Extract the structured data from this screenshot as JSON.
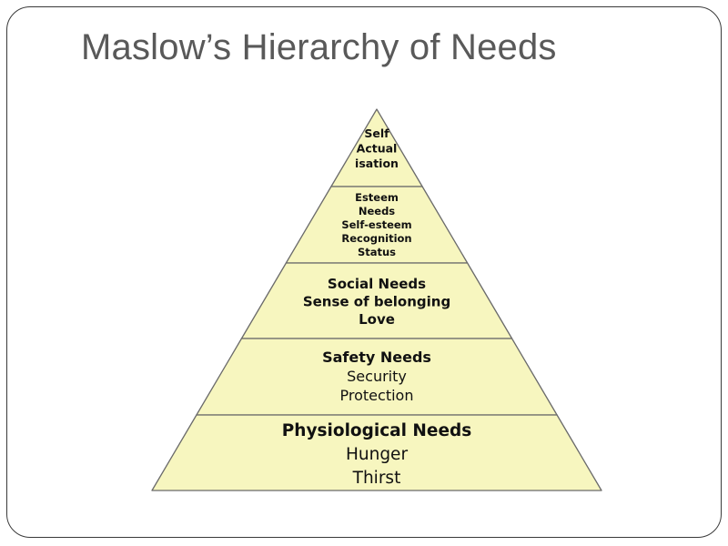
{
  "title": "Maslow’s Hierarchy of Needs",
  "colors": {
    "tier_fill": "#f7f6bf",
    "tier_stroke": "#6a6a6a",
    "frame_border": "#3a3a3a",
    "title_color": "#595959"
  },
  "pyramid": {
    "tiers": [
      {
        "name": "self-actualisation",
        "lines": [
          "Self",
          "Actual",
          "isation"
        ]
      },
      {
        "name": "esteem-needs",
        "lines": [
          "Esteem",
          "Needs",
          "Self-esteem",
          "Recognition",
          "Status"
        ]
      },
      {
        "name": "social-needs",
        "lines": [
          "Social Needs",
          "Sense of belonging",
          "Love"
        ]
      },
      {
        "name": "safety-needs",
        "lines": [
          "Safety Needs",
          "Security",
          "Protection"
        ]
      },
      {
        "name": "physiological-needs",
        "lines": [
          "Physiological Needs",
          "Hunger",
          "Thirst"
        ]
      }
    ]
  }
}
